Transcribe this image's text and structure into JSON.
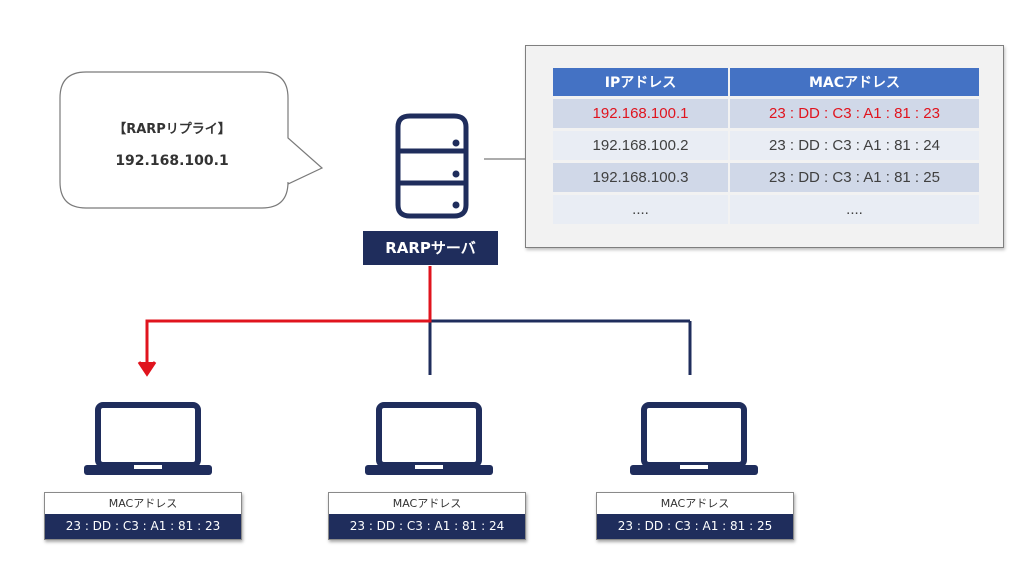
{
  "bubble": {
    "title": "【RARPリプライ】",
    "ip": "192.168.100.1"
  },
  "server": {
    "label": "RARPサーバ",
    "icon": "database-server-icon"
  },
  "table": {
    "headers": [
      "IPアドレス",
      "MACアドレス"
    ],
    "rows": [
      {
        "ip": "192.168.100.1",
        "mac": "23 : DD : C3 : A1 : 81 : 23"
      },
      {
        "ip": "192.168.100.2",
        "mac": "23 : DD : C3 : A1 : 81 : 24"
      },
      {
        "ip": "192.168.100.3",
        "mac": "23 : DD : C3 : A1 : 81 : 25"
      },
      {
        "ip": "....",
        "mac": "...."
      }
    ]
  },
  "hosts": [
    {
      "mac_label": "MACアドレス",
      "mac": "23 : DD : C3 : A1 : 81 : 23",
      "icon": "laptop-icon"
    },
    {
      "mac_label": "MACアドレス",
      "mac": "23 : DD : C3 : A1 : 81 : 24",
      "icon": "laptop-icon"
    },
    {
      "mac_label": "MACアドレス",
      "mac": "23 : DD : C3 : A1 : 81 : 25",
      "icon": "laptop-icon"
    }
  ],
  "colors": {
    "navy": "#1f2d5c",
    "highlight_red": "#e0141e",
    "table_header": "#4472c4"
  }
}
